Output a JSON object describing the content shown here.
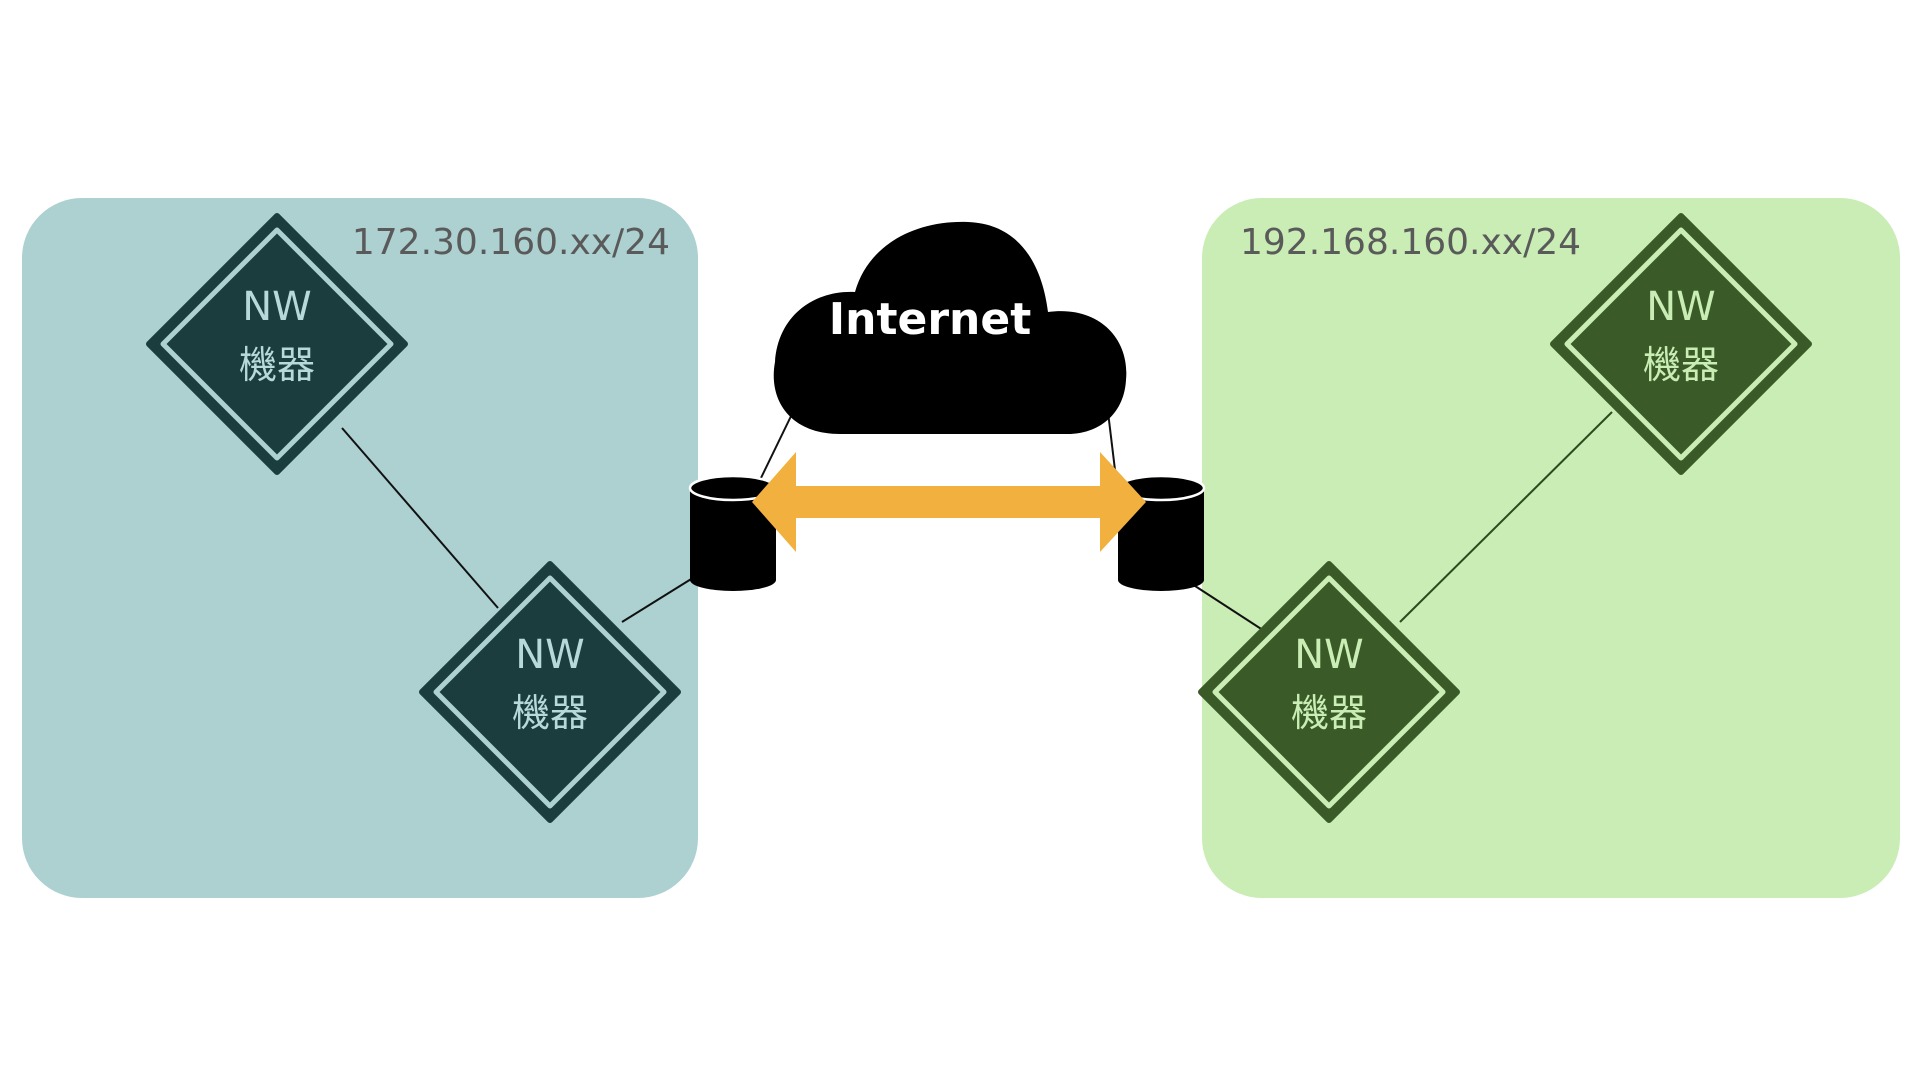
{
  "network_left": {
    "label": "172.30.160.xx/24",
    "background": "#add1d1",
    "node_fill": "#1b3d3d",
    "node_text_color": "#b7d9d9"
  },
  "network_right": {
    "label": "192.168.160.xx/24",
    "background": "#c9edb5",
    "node_fill": "#3a5b27",
    "node_text_color": "#c9edb5"
  },
  "nodes": {
    "left_top": {
      "line1": "NW",
      "line2": "機器"
    },
    "left_bottom": {
      "line1": "NW",
      "line2": "機器"
    },
    "right_top": {
      "line1": "NW",
      "line2": "機器"
    },
    "right_bottom": {
      "line1": "NW",
      "line2": "機器"
    }
  },
  "cloud": {
    "label": "Internet",
    "color": "#000000"
  },
  "tunnel": {
    "color": "#f2b03f"
  },
  "routers": {
    "left": {
      "icon": "database-cylinder-icon"
    },
    "right": {
      "icon": "database-cylinder-icon"
    }
  }
}
